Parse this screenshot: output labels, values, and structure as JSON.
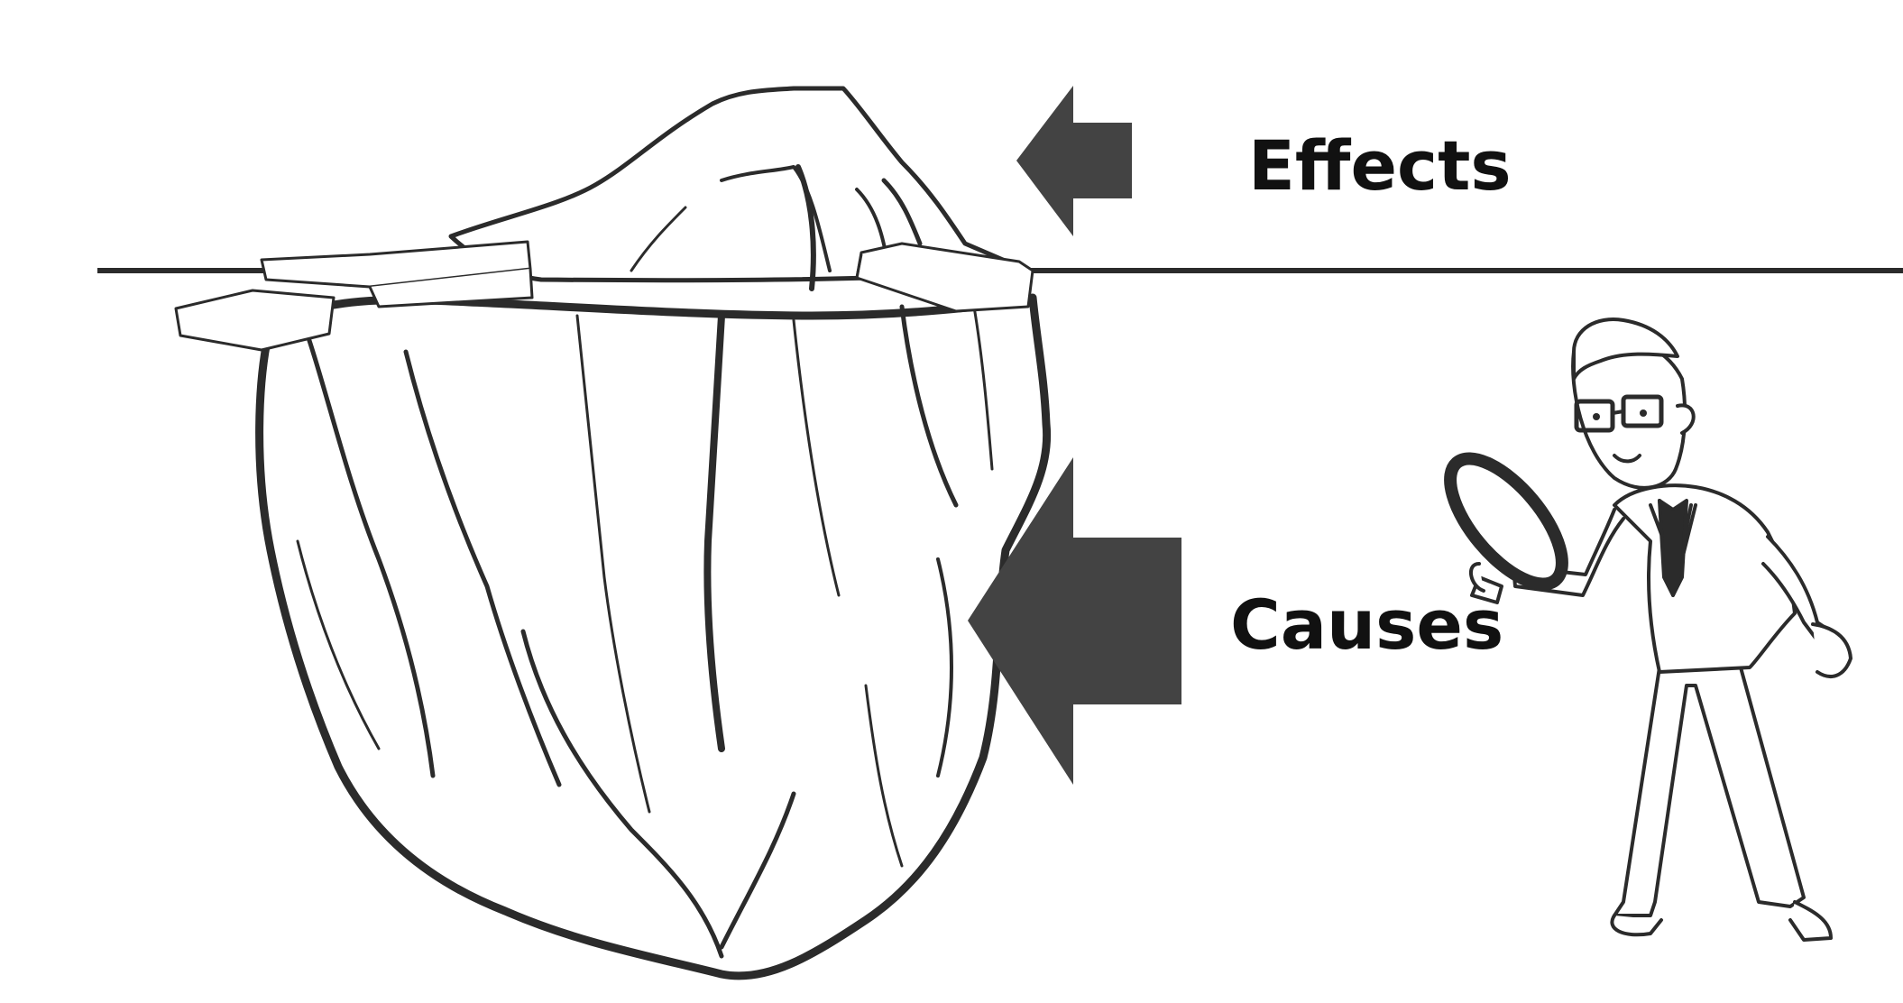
{
  "diagram": {
    "labels": {
      "effects": "Effects",
      "causes": "Causes"
    },
    "illustration": {
      "iceberg": "iceberg-drawing",
      "figure": "man-with-magnifying-glass"
    },
    "colors": {
      "arrow_fill": "#434343",
      "line": "#2b2b2b",
      "text": "#111111",
      "background": "#ffffff"
    }
  }
}
